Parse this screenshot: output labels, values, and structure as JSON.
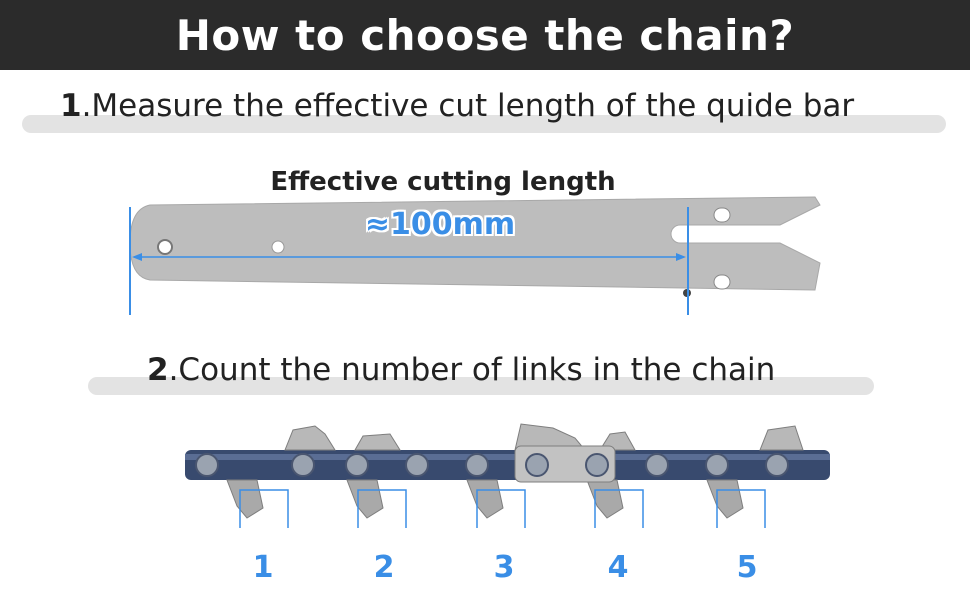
{
  "header": {
    "title": "How to choose the chain?"
  },
  "step1": {
    "number": "1",
    "text": ".Measure the effective cut length of the quide bar"
  },
  "guide_bar": {
    "label": "Effective cutting length",
    "value": "≈100mm"
  },
  "step2": {
    "number": "2",
    "text": ".Count the number of links in the chain"
  },
  "chain": {
    "link_numbers": [
      "1",
      "2",
      "3",
      "4",
      "5"
    ]
  },
  "colors": {
    "header_bg": "#2b2b2b",
    "accent_blue": "#3a8ee6",
    "steel": "#bdbdbd"
  }
}
